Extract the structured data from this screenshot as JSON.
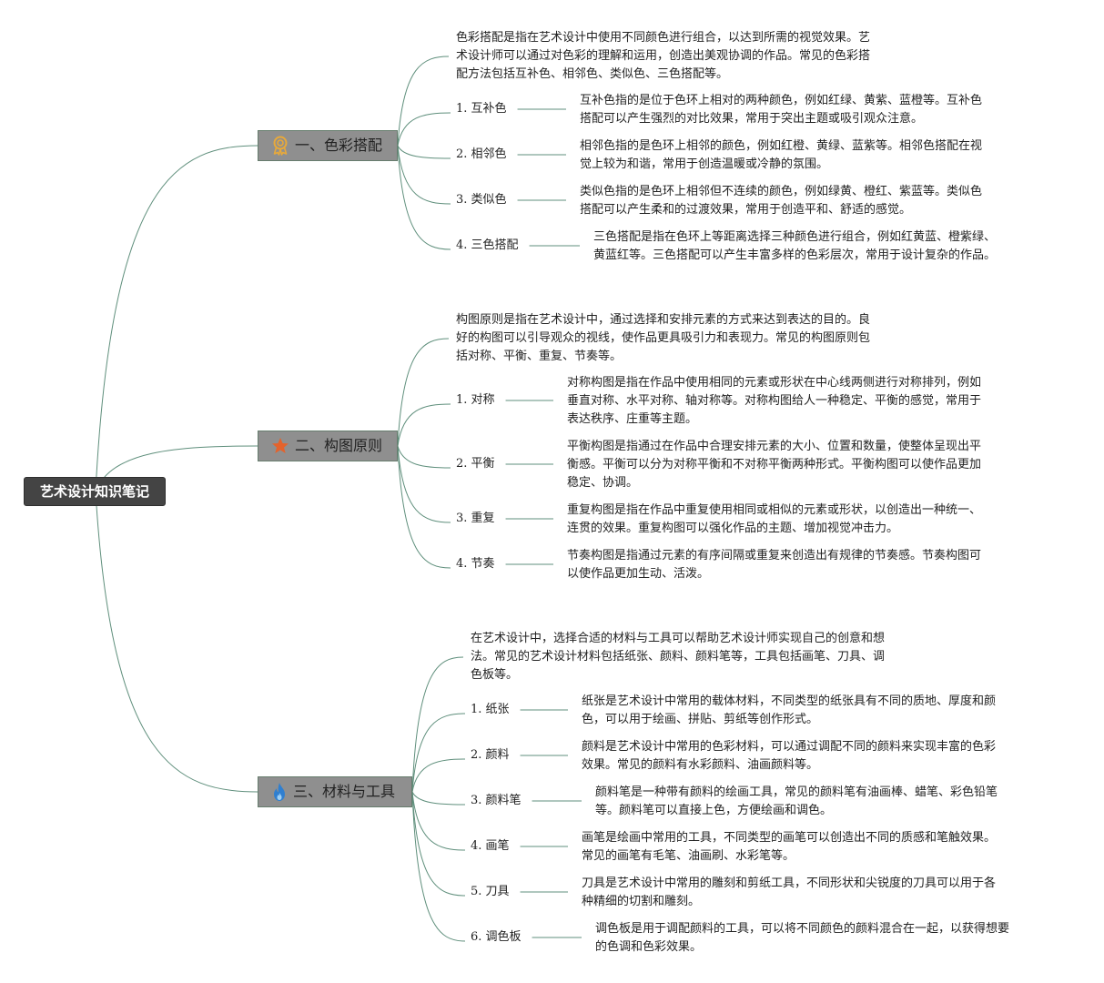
{
  "root": {
    "title": "艺术设计知识笔记"
  },
  "branches": [
    {
      "title": "一、色彩搭配",
      "icon": "award-ribbon-icon",
      "icon_color": "#e8a93a",
      "intro": [
        "色彩搭配是指在艺术设计中使用不同颜色进行组合，以达到所需的视觉效果。艺",
        "术设计师可以通过对色彩的理解和运用，创造出美观协调的作品。常见的色彩搭",
        "配方法包括互补色、相邻色、类似色、三色搭配等。"
      ],
      "items": [
        {
          "label": "1. 互补色",
          "desc": [
            "互补色指的是位于色环上相对的两种颜色，例如红绿、黄紫、蓝橙等。互补色",
            "搭配可以产生强烈的对比效果，常用于突出主题或吸引观众注意。"
          ]
        },
        {
          "label": "2. 相邻色",
          "desc": [
            "相邻色指的是色环上相邻的颜色，例如红橙、黄绿、蓝紫等。相邻色搭配在视",
            "觉上较为和谐，常用于创造温暖或冷静的氛围。"
          ]
        },
        {
          "label": "3. 类似色",
          "desc": [
            "类似色指的是色环上相邻但不连续的颜色，例如绿黄、橙红、紫蓝等。类似色",
            "搭配可以产生柔和的过渡效果，常用于创造平和、舒适的感觉。"
          ]
        },
        {
          "label": "4. 三色搭配",
          "desc": [
            "三色搭配是指在色环上等距离选择三种颜色进行组合，例如红黄蓝、橙紫绿、",
            "黄蓝红等。三色搭配可以产生丰富多样的色彩层次，常用于设计复杂的作品。"
          ]
        }
      ]
    },
    {
      "title": "二、构图原则",
      "icon": "star-icon",
      "icon_color": "#e4632c",
      "intro": [
        "构图原则是指在艺术设计中，通过选择和安排元素的方式来达到表达的目的。良",
        "好的构图可以引导观众的视线，使作品更具吸引力和表现力。常见的构图原则包",
        "括对称、平衡、重复、节奏等。"
      ],
      "items": [
        {
          "label": "1. 对称",
          "desc": [
            "对称构图是指在作品中使用相同的元素或形状在中心线两侧进行对称排列，例如",
            "垂直对称、水平对称、轴对称等。对称构图给人一种稳定、平衡的感觉，常用于",
            "表达秩序、庄重等主题。"
          ]
        },
        {
          "label": "2. 平衡",
          "desc": [
            "平衡构图是指通过在作品中合理安排元素的大小、位置和数量，使整体呈现出平",
            "衡感。平衡可以分为对称平衡和不对称平衡两种形式。平衡构图可以使作品更加",
            "稳定、协调。"
          ]
        },
        {
          "label": "3. 重复",
          "desc": [
            "重复构图是指在作品中重复使用相同或相似的元素或形状，以创造出一种统一、",
            "连贯的效果。重复构图可以强化作品的主题、增加视觉冲击力。"
          ]
        },
        {
          "label": "4. 节奏",
          "desc": [
            "节奏构图是指通过元素的有序间隔或重复来创造出有规律的节奏感。节奏构图可",
            "以使作品更加生动、活泼。"
          ]
        }
      ]
    },
    {
      "title": "三、材料与工具",
      "icon": "flame-icon",
      "icon_color": "#2f7fd0",
      "intro": [
        "在艺术设计中，选择合适的材料与工具可以帮助艺术设计师实现自己的创意和想",
        "法。常见的艺术设计材料包括纸张、颜料、颜料笔等，工具包括画笔、刀具、调",
        "色板等。"
      ],
      "items": [
        {
          "label": "1. 纸张",
          "desc": [
            "纸张是艺术设计中常用的载体材料，不同类型的纸张具有不同的质地、厚度和颜",
            "色，可以用于绘画、拼贴、剪纸等创作形式。"
          ]
        },
        {
          "label": "2. 颜料",
          "desc": [
            "颜料是艺术设计中常用的色彩材料，可以通过调配不同的颜料来实现丰富的色彩",
            "效果。常见的颜料有水彩颜料、油画颜料等。"
          ]
        },
        {
          "label": "3. 颜料笔",
          "desc": [
            "颜料笔是一种带有颜料的绘画工具，常见的颜料笔有油画棒、蜡笔、彩色铅笔",
            "等。颜料笔可以直接上色，方便绘画和调色。"
          ]
        },
        {
          "label": "4. 画笔",
          "desc": [
            "画笔是绘画中常用的工具，不同类型的画笔可以创造出不同的质感和笔触效果。",
            "常见的画笔有毛笔、油画刷、水彩笔等。"
          ]
        },
        {
          "label": "5. 刀具",
          "desc": [
            "刀具是艺术设计中常用的雕刻和剪纸工具，不同形状和尖锐度的刀具可以用于各",
            "种精细的切割和雕刻。"
          ]
        },
        {
          "label": "6. 调色板",
          "desc": [
            "调色板是用于调配颜料的工具，可以将不同颜色的颜料混合在一起，以获得想要",
            "的色调和色彩效果。"
          ]
        }
      ]
    }
  ],
  "colors": {
    "line": "#5f8f7c",
    "root_bg": "#444444",
    "branch_bg": "#8f8f8f"
  }
}
